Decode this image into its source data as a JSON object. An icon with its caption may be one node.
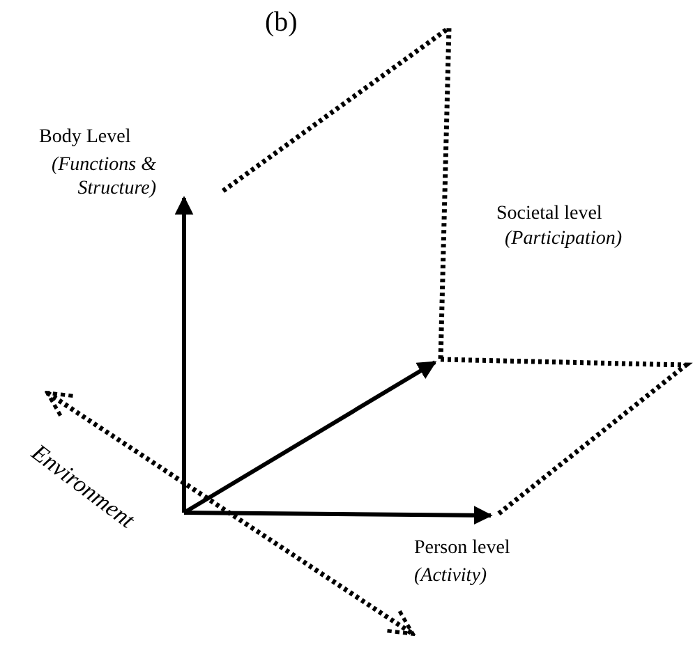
{
  "diagram": {
    "title": "(b)",
    "labels": [
      "Body Level",
      "(Functions & Structure)",
      "Societal level",
      "(Participation)",
      "Person level",
      "(Activity)",
      "Environment"
    ]
  }
}
